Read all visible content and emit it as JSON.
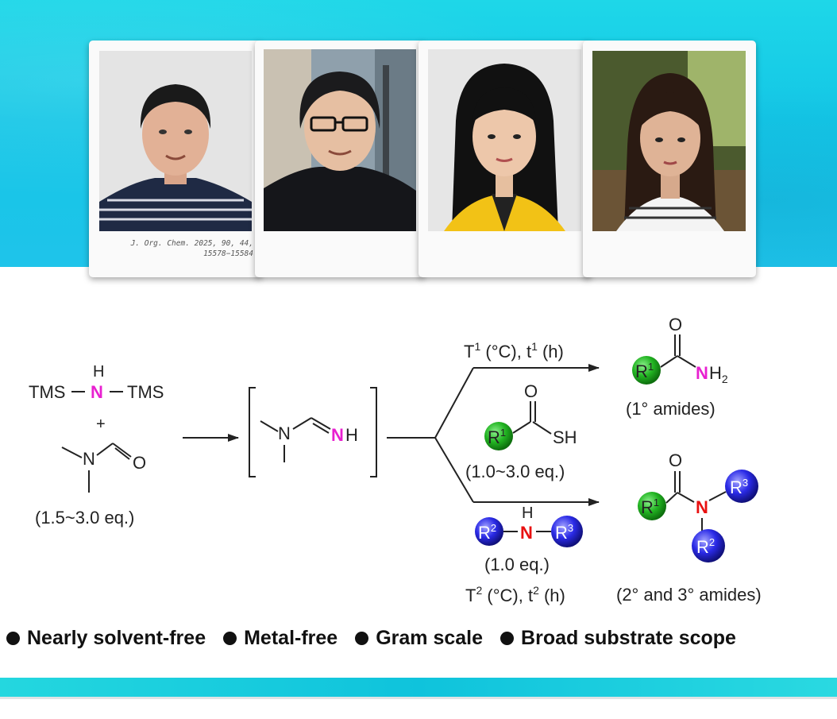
{
  "citation": {
    "line1": "J. Org. Chem. 2025, 90, 44,",
    "line2": "15578−15584"
  },
  "reagents": {
    "silazane": {
      "left": "TMS",
      "center": "N",
      "h": "H",
      "right": "TMS"
    },
    "plus": "+",
    "dmf_o": "O",
    "dmf_n": "N",
    "dmf_equiv": "(1.5~3.0 eq.)",
    "intermediate_n": "N",
    "intermediate_nh_n": "N",
    "intermediate_nh_h": "H"
  },
  "upper_branch": {
    "cond_T": "T",
    "cond_T_sup": "1",
    "cond_T_unit": " (°C), ",
    "cond_t": "t",
    "cond_t_sup": "1",
    "cond_t_unit": " (h)",
    "acid_R": "R",
    "acid_R_sup": "1",
    "acid_O": "O",
    "acid_SH": "SH",
    "acid_equiv": "(1.0~3.0 eq.)",
    "product_R": "R",
    "product_R_sup": "1",
    "product_O": "O",
    "product_N": "N",
    "product_H2": "H",
    "product_H2_sub": "2",
    "product_label": "(1° amides)"
  },
  "lower_branch": {
    "amine_R2": "R",
    "amine_R2_sup": "2",
    "amine_N": "N",
    "amine_H": "H",
    "amine_R3": "R",
    "amine_R3_sup": "3",
    "amine_equiv": "(1.0 eq.)",
    "cond_T": "T",
    "cond_T_sup": "2",
    "cond_T_unit": " (°C), ",
    "cond_t": "t",
    "cond_t_sup": "2",
    "cond_t_unit": " (h)",
    "product_R1": "R",
    "product_R1_sup": "1",
    "product_O": "O",
    "product_N": "N",
    "product_R2": "R",
    "product_R2_sup": "2",
    "product_R3": "R",
    "product_R3_sup": "3",
    "product_label": "(2° and 3° amides)"
  },
  "features": [
    "Nearly solvent-free",
    "Metal-free",
    "Gram scale",
    "Broad substrate scope"
  ],
  "colors": {
    "magenta": "#e820d0",
    "red": "#e81010",
    "green_ball": "#22b422",
    "blue_ball": "#2a2ae6",
    "cyan_band": "#14c6e6"
  }
}
